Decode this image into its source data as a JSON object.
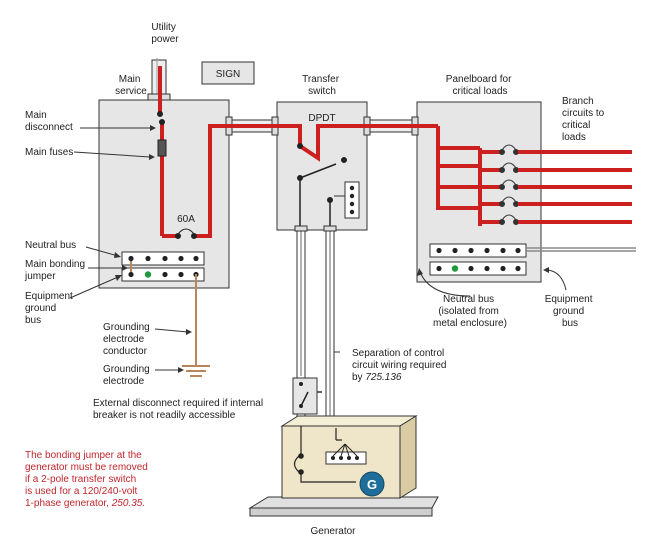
{
  "labels": {
    "utility_power": [
      "Utility",
      "power"
    ],
    "sign": "SIGN",
    "main_service": [
      "Main",
      "service"
    ],
    "transfer_switch": [
      "Transfer",
      "switch"
    ],
    "panelboard": [
      "Panelboard for",
      "critical loads"
    ],
    "branch_circuits": [
      "Branch",
      "circuits to",
      "critical",
      "loads"
    ],
    "main_disconnect": [
      "Main",
      "disconnect"
    ],
    "main_fuses": "Main fuses",
    "dpdt": "DPDT",
    "amp_60": "60A",
    "neutral_bus": "Neutral bus",
    "main_bonding_jumper": [
      "Main bonding",
      "jumper"
    ],
    "equipment_ground_bus_left": [
      "Equipment",
      "ground",
      "bus"
    ],
    "grounding_electrode_conductor": [
      "Grounding",
      "electrode",
      "conductor"
    ],
    "grounding_electrode": [
      "Grounding",
      "electrode"
    ],
    "neutral_bus_isolated": [
      "Neutral bus",
      "(isolated from",
      "metal enclosure)"
    ],
    "equipment_ground_bus_right": [
      "Equipment",
      "ground",
      "bus"
    ],
    "separation_note": [
      "Separation of control",
      "circuit wiring required",
      "by "
    ],
    "separation_ref": "725.136",
    "external_disconnect_note": [
      "External disconnect required if internal",
      "breaker is not readily accessible"
    ],
    "bonding_note": [
      "The bonding jumper at the",
      "generator must be removed",
      "if a 2-pole transfer switch",
      "is used for a 120/240-volt",
      "1-phase generator, "
    ],
    "bonding_ref": "250.35.",
    "generator_symbol": "G",
    "generator": "Generator"
  },
  "colors": {
    "red_wire": "#cc1f1f",
    "box_fill": "#e6e6e6",
    "outline": "#333333",
    "ground_wire": "#b8865a",
    "note_red": "#c0262c",
    "generator_blue": "#1f6e99",
    "generator_box": "#efe6c9",
    "ground_dot": "#1e9a3a"
  },
  "icons": [
    "utility-power-conduit",
    "fuse-icon",
    "breaker-icon",
    "ground-symbol-icon",
    "generator-g-icon",
    "disconnect-switch-icon"
  ]
}
